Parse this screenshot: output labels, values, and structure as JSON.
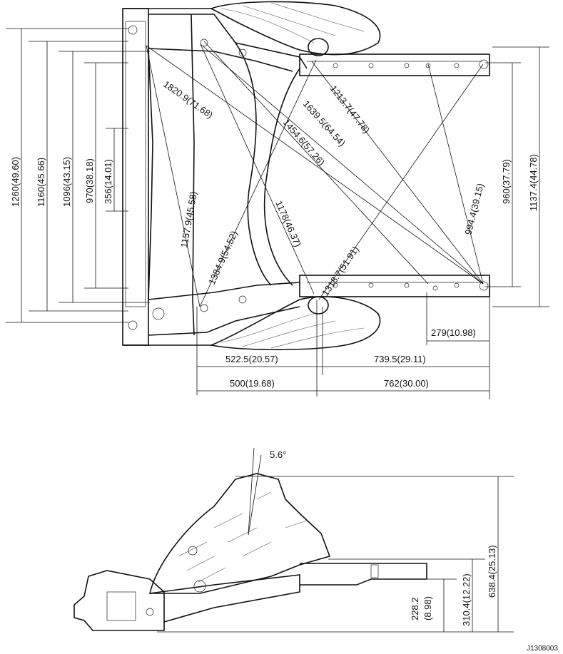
{
  "top_view": {
    "vertical_dims_left": [
      "1260(49.60)",
      "1160(45.66)",
      "1096(43.15)",
      "970(38.18)",
      "356(14.01)"
    ],
    "vertical_dims_right": [
      "960(37.79)",
      "1137.4(44.78)"
    ],
    "diagonals": {
      "d1820": "1820.9(71.68)",
      "d1213": "1213.7(47.78)",
      "d1639": "1639.5(64.54)",
      "d1454": "1454.6(57.26)",
      "d1157": "1157.9(45.58)",
      "d1384": "1384.9(54.52)",
      "d1178": "1178(46.37)",
      "d1318": "1318.7(51.91)",
      "d994": "994.4(39.15)"
    },
    "horizontal_dims": {
      "h279": "279(10.98)",
      "h522": "522.5(20.57)",
      "h739": "739.5(29.11)",
      "h500": "500(19.68)",
      "h762": "762(30.00)"
    }
  },
  "side_view": {
    "angle": "5.6°",
    "h228_a": "228.2",
    "h228_b": "(8.98)",
    "h310": "310.4(12.22)",
    "h638": "638.4(25.13)"
  },
  "figure_id": "J1308003"
}
